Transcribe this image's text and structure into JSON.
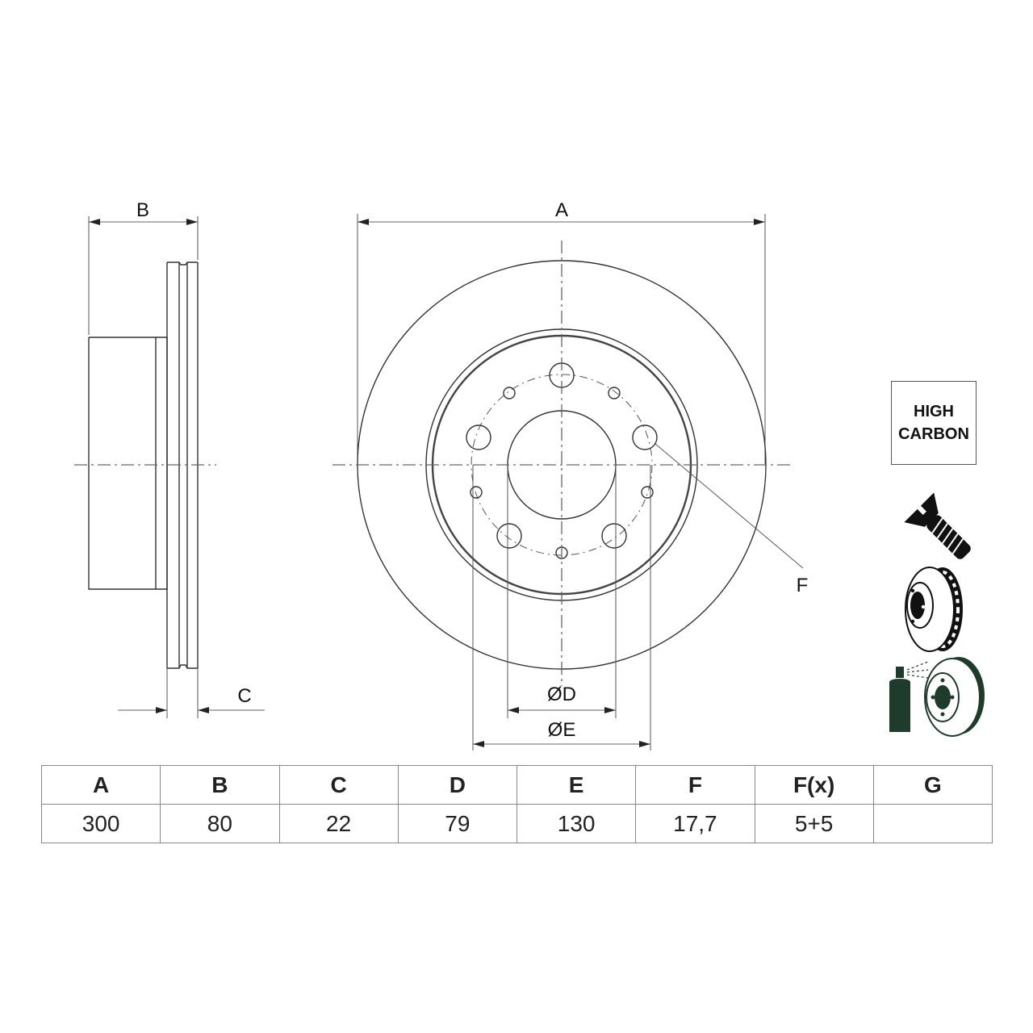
{
  "drawing": {
    "side_view": {
      "label_B": "B",
      "label_C": "C"
    },
    "front_view": {
      "label_A": "A",
      "label_D": "ØD",
      "label_E": "ØE",
      "label_F": "F",
      "large_holes": 5,
      "small_holes": 5
    }
  },
  "badges": {
    "high_carbon": {
      "line1": "HIGH",
      "line2": "CARBON"
    },
    "icons": [
      "screw-icon",
      "vented-disc-icon",
      "coated-disc-spray-icon"
    ],
    "coating_color": "#1f3b2b"
  },
  "spec_table": {
    "headers": [
      "A",
      "B",
      "C",
      "D",
      "E",
      "F",
      "F(x)",
      "G"
    ],
    "values": [
      "300",
      "80",
      "22",
      "79",
      "130",
      "17,7",
      "5+5",
      ""
    ]
  }
}
